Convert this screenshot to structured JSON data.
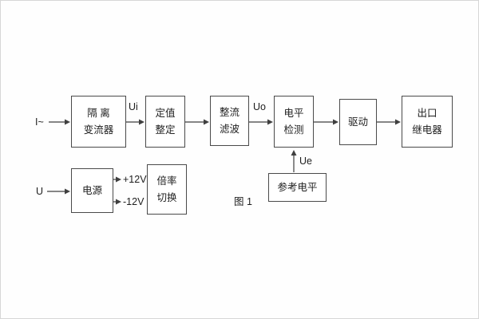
{
  "diagram": {
    "caption": "图 1",
    "input_top": "I~",
    "input_bottom": "U",
    "signal_ui": "Ui",
    "signal_uo": "Uo",
    "signal_ue": "Ue",
    "rail_pos": "+12V",
    "rail_neg": "-12V",
    "boxes": {
      "isolation": {
        "line1": "隔 离",
        "line2": "变流器"
      },
      "setting": {
        "line1": "定值",
        "line2": "整定"
      },
      "rectify": {
        "line1": "整流",
        "line2": "滤波"
      },
      "level": {
        "line1": "电平",
        "line2": "检测"
      },
      "drive": {
        "line1": "驱动"
      },
      "output": {
        "line1": "出口",
        "line2": "继电器"
      },
      "power": {
        "line1": "电源"
      },
      "ratio": {
        "line1": "倍率",
        "line2": "切换"
      },
      "reference": {
        "line1": "参考电平"
      }
    }
  }
}
